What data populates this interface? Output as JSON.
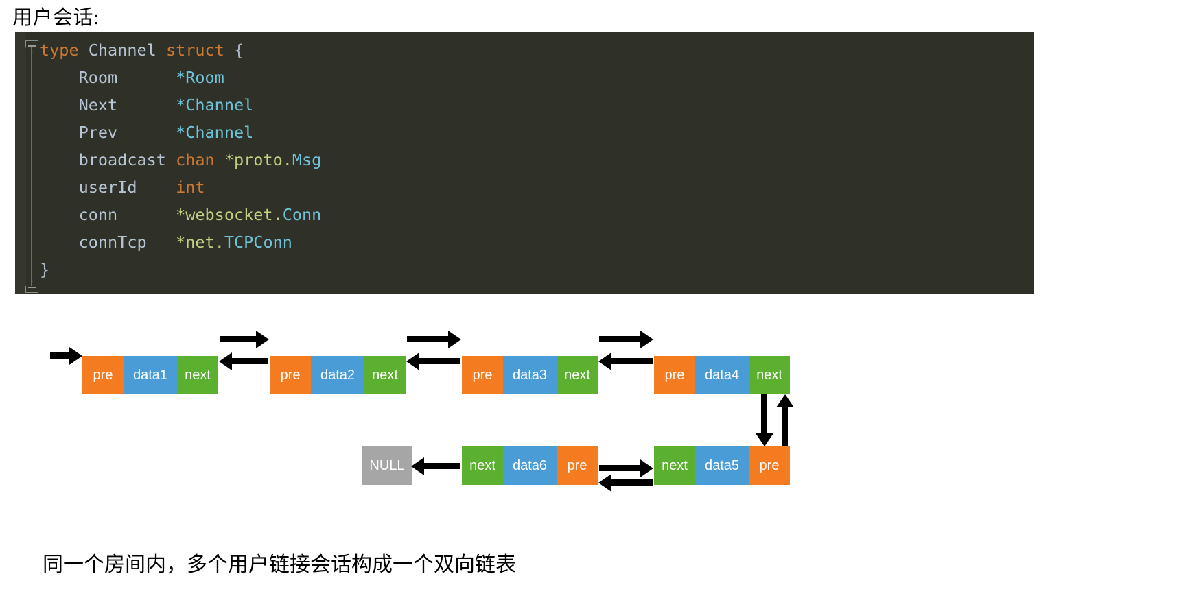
{
  "heading": "用户会话:",
  "caption": "同一个房间内，多个用户链接会话构成一个双向链表",
  "code": {
    "background": "#2f3129",
    "gutter_background": "#35372f",
    "fold_top_icon": "fold-collapse-icon",
    "fold_bottom_icon": "fold-collapse-icon",
    "colors": {
      "keyword": "#cc7832",
      "identifier": "#b6c4d4",
      "type": "#6fc3d9",
      "package": "#c3d082",
      "plain": "#a9b7c6"
    },
    "lines": [
      {
        "id": "line-1",
        "text": "type Channel struct {",
        "tokens": [
          {
            "t": "type",
            "c": "kw"
          },
          {
            "t": " ",
            "c": "pl"
          },
          {
            "t": "Channel",
            "c": "id"
          },
          {
            "t": " ",
            "c": "pl"
          },
          {
            "t": "struct",
            "c": "kw"
          },
          {
            "t": " ",
            "c": "pl"
          },
          {
            "t": "{",
            "c": "pl"
          }
        ]
      },
      {
        "id": "line-2",
        "text": "    Room      *Room",
        "tokens": [
          {
            "t": "    ",
            "c": "pl"
          },
          {
            "t": "Room",
            "c": "id"
          },
          {
            "t": "      ",
            "c": "pl"
          },
          {
            "t": "*",
            "c": "typ"
          },
          {
            "t": "Room",
            "c": "typ"
          }
        ]
      },
      {
        "id": "line-3",
        "text": "    Next      *Channel",
        "tokens": [
          {
            "t": "    ",
            "c": "pl"
          },
          {
            "t": "Next",
            "c": "id"
          },
          {
            "t": "      ",
            "c": "pl"
          },
          {
            "t": "*",
            "c": "typ"
          },
          {
            "t": "Channel",
            "c": "typ"
          }
        ]
      },
      {
        "id": "line-4",
        "text": "    Prev      *Channel",
        "tokens": [
          {
            "t": "    ",
            "c": "pl"
          },
          {
            "t": "Prev",
            "c": "id"
          },
          {
            "t": "      ",
            "c": "pl"
          },
          {
            "t": "*",
            "c": "typ"
          },
          {
            "t": "Channel",
            "c": "typ"
          }
        ]
      },
      {
        "id": "line-5",
        "text": "    broadcast chan *proto.Msg",
        "tokens": [
          {
            "t": "    ",
            "c": "pl"
          },
          {
            "t": "broadcast",
            "c": "id"
          },
          {
            "t": " ",
            "c": "pl"
          },
          {
            "t": "chan",
            "c": "kw"
          },
          {
            "t": " ",
            "c": "pl"
          },
          {
            "t": "*",
            "c": "pkg"
          },
          {
            "t": "proto",
            "c": "pkg"
          },
          {
            "t": ".",
            "c": "pkg"
          },
          {
            "t": "Msg",
            "c": "typ"
          }
        ]
      },
      {
        "id": "line-6",
        "text": "    userId    int",
        "tokens": [
          {
            "t": "    ",
            "c": "pl"
          },
          {
            "t": "userId",
            "c": "id"
          },
          {
            "t": "    ",
            "c": "pl"
          },
          {
            "t": "int",
            "c": "kw"
          }
        ]
      },
      {
        "id": "line-7",
        "text": "    conn      *websocket.Conn",
        "tokens": [
          {
            "t": "    ",
            "c": "pl"
          },
          {
            "t": "conn",
            "c": "id"
          },
          {
            "t": "      ",
            "c": "pl"
          },
          {
            "t": "*",
            "c": "pkg"
          },
          {
            "t": "websocket",
            "c": "pkg"
          },
          {
            "t": ".",
            "c": "pkg"
          },
          {
            "t": "Conn",
            "c": "typ"
          }
        ]
      },
      {
        "id": "line-8",
        "text": "    connTcp   *net.TCPConn",
        "tokens": [
          {
            "t": "    ",
            "c": "pl"
          },
          {
            "t": "connTcp",
            "c": "id"
          },
          {
            "t": "   ",
            "c": "pl"
          },
          {
            "t": "*",
            "c": "pkg"
          },
          {
            "t": "net",
            "c": "pkg"
          },
          {
            "t": ".",
            "c": "pkg"
          },
          {
            "t": "TCPConn",
            "c": "typ"
          }
        ]
      },
      {
        "id": "line-9",
        "text": "}",
        "tokens": [
          {
            "t": "}",
            "c": "pl"
          }
        ]
      }
    ]
  },
  "diagram": {
    "colors": {
      "pre": "#f47b20",
      "data": "#4a9cd6",
      "next": "#5cb030",
      "null": "#a6a6a6",
      "arrow": "#000000"
    },
    "labels": {
      "pre": "pre",
      "next": "next",
      "null": "NULL"
    },
    "row1": [
      {
        "id": "node-1",
        "order": [
          "pre",
          "data1",
          "next"
        ],
        "data": "data1"
      },
      {
        "id": "node-2",
        "order": [
          "pre",
          "data2",
          "next"
        ],
        "data": "data2"
      },
      {
        "id": "node-3",
        "order": [
          "pre",
          "data3",
          "next"
        ],
        "data": "data3"
      },
      {
        "id": "node-4",
        "order": [
          "pre",
          "data4",
          "next"
        ],
        "data": "data4"
      }
    ],
    "row2": [
      {
        "id": "node-6",
        "order": [
          "next",
          "data6",
          "pre"
        ],
        "data": "data6"
      },
      {
        "id": "node-5",
        "order": [
          "next",
          "data5",
          "pre"
        ],
        "data": "data5"
      }
    ],
    "null_terminator": "NULL"
  }
}
